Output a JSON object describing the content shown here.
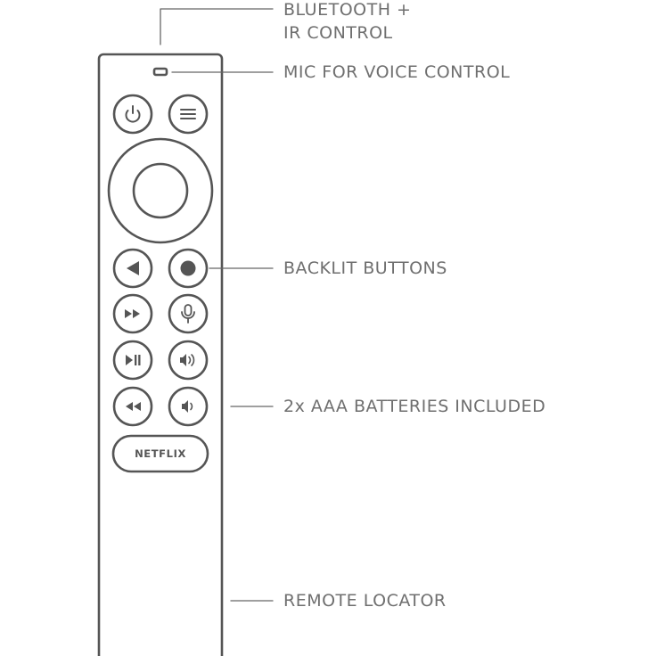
{
  "callouts": {
    "bluetooth_line1": "BLUETOOTH +",
    "bluetooth_line2": "IR CONTROL",
    "mic": "MIC FOR VOICE CONTROL",
    "backlit": "BACKLIT BUTTONS",
    "batteries": "2x AAA BATTERIES INCLUDED",
    "locator": "REMOTE LOCATOR"
  },
  "remote": {
    "netflix_label": "NETFLIX"
  },
  "icons": {
    "row1": [
      "power-icon",
      "menu-icon"
    ],
    "row2": [
      "back-icon",
      "home-icon"
    ],
    "row3": [
      "fast-forward-icon",
      "microphone-icon"
    ],
    "row4": [
      "play-pause-icon",
      "volume-up-icon"
    ],
    "row5": [
      "rewind-icon",
      "volume-down-icon"
    ]
  },
  "colors": {
    "outline": "#555555",
    "text": "#6f6f6f"
  }
}
